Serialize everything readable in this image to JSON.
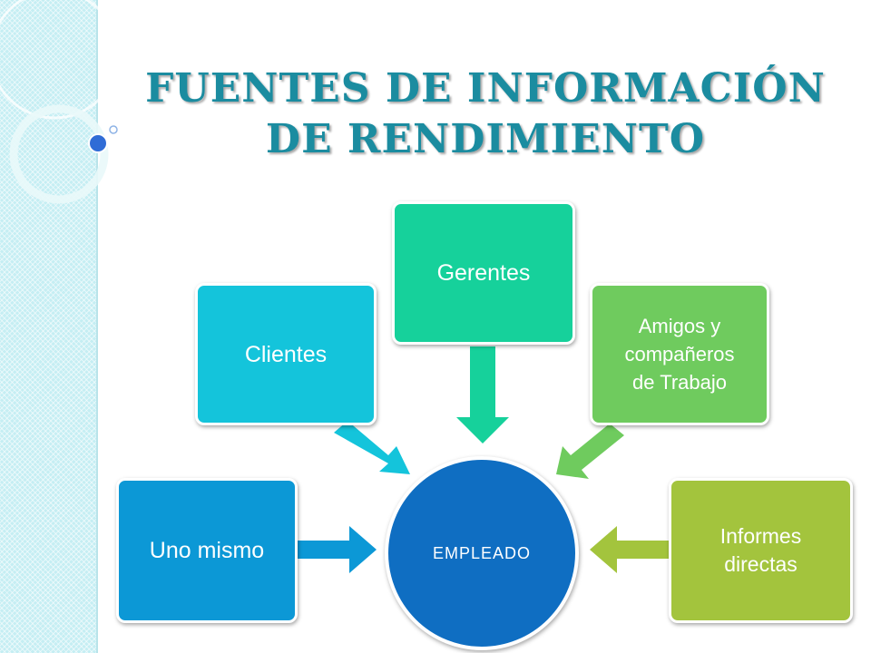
{
  "title": {
    "line1": "FUENTES DE INFORMACIÓN",
    "line2": "DE RENDIMIENTO"
  },
  "diagram": {
    "center": {
      "label": "EMPLEADO",
      "color": "#0f6ec2"
    },
    "sources": [
      {
        "id": "uno-mismo",
        "lines": [
          "Uno mismo"
        ],
        "color": "#0c98d6"
      },
      {
        "id": "clientes",
        "lines": [
          "Clientes"
        ],
        "color": "#14c4db"
      },
      {
        "id": "gerentes",
        "lines": [
          "Gerentes"
        ],
        "color": "#16d19b"
      },
      {
        "id": "amigos",
        "lines": [
          "Amigos y",
          "compañeros",
          "de Trabajo"
        ],
        "color": "#6fcb5e"
      },
      {
        "id": "informes",
        "lines": [
          "Informes",
          "directas"
        ],
        "color": "#a3c43d"
      }
    ]
  }
}
